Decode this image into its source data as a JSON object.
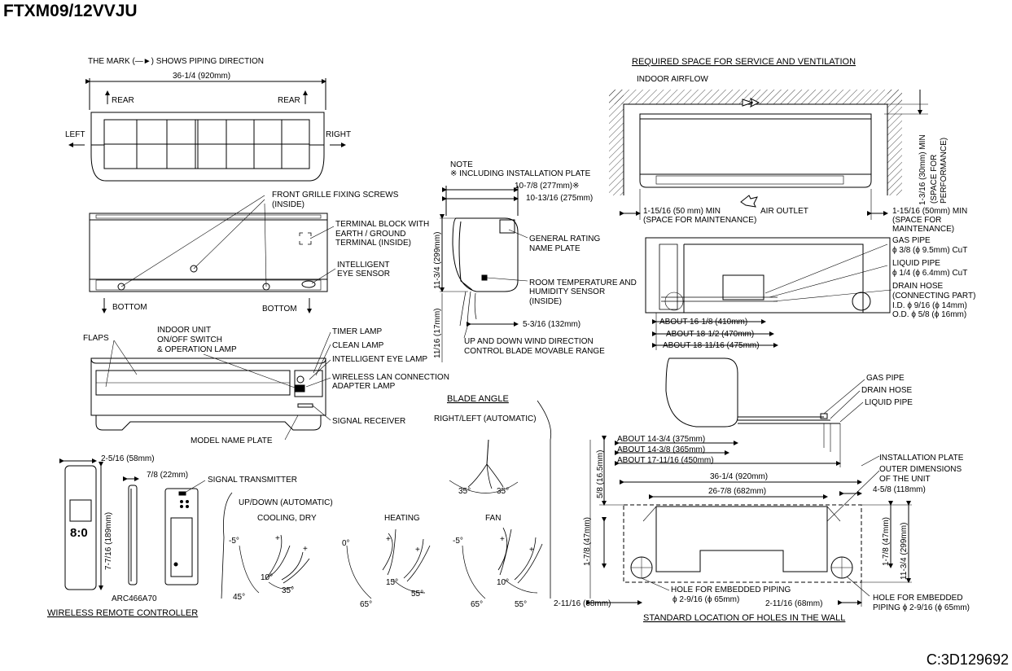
{
  "title": "FTXM09/12VVJU",
  "doc_code": "C:3D129692",
  "front": {
    "mark_note": "THE MARK (—►) SHOWS PIPING DIRECTION",
    "width": "36-1/4 (920mm)",
    "rear_left": "REAR",
    "rear_right": "REAR",
    "left": "LEFT",
    "right": "RIGHT",
    "fixing_screws": [
      "FRONT GRILLE FIXING SCREWS",
      "(INSIDE)"
    ],
    "terminal_block": [
      "TERMINAL BLOCK WITH",
      "EARTH / GROUND",
      "TERMINAL (INSIDE)"
    ],
    "eye_sensor": [
      "INTELLIGENT",
      "EYE SENSOR"
    ],
    "bottom_left": "BOTTOM",
    "bottom_right": "BOTTOM",
    "flaps": "FLAPS",
    "onoff": [
      "INDOOR UNIT",
      "ON/OFF SWITCH",
      "& OPERATION LAMP"
    ],
    "timer_lamp": "TIMER LAMP",
    "clean_lamp": "CLEAN LAMP",
    "eye_lamp": "INTELLIGENT EYE LAMP",
    "wlan": [
      "WIRELESS LAN CONNECTION",
      "ADAPTER LAMP"
    ],
    "signal_receiver": "SIGNAL RECEIVER",
    "model_plate": "MODEL NAME PLATE"
  },
  "side": {
    "note": [
      "NOTE",
      "※ INCLUDING INSTALLATION PLATE"
    ],
    "depth1": "10-7/8 (277mm)※",
    "depth2": "10-13/16 (275mm)",
    "height": "11-3/4 (299mm)",
    "flap_h": "11/16 (17mm)",
    "rating_plate": [
      "GENERAL RATING",
      "NAME PLATE"
    ],
    "room_sensor": [
      "ROOM TEMPERATURE AND",
      "HUMIDITY SENSOR",
      "(INSIDE)"
    ],
    "blade_depth": "5-3/16 (132mm)",
    "blade_range": [
      "UP AND DOWN WIND DIRECTION",
      "CONTROL BLADE MOVABLE RANGE"
    ]
  },
  "remote": {
    "w1": "2-5/16 (58mm)",
    "w2": "7/8 (22mm)",
    "transmitter": "SIGNAL TRANSMITTER",
    "height": "7-7/16 (189mm)",
    "display": "8:0",
    "model": "ARC466A70",
    "label": "WIRELESS REMOTE CONTROLLER"
  },
  "blade": {
    "title": "BLADE ANGLE",
    "rl": "RIGHT/LEFT (AUTOMATIC)",
    "a1": "35°",
    "a2": "35°",
    "updown": "UP/DOWN (AUTOMATIC)",
    "cooling": "COOLING, DRY",
    "heating": "HEATING",
    "fan": "FAN",
    "c": [
      "-5°",
      "10°",
      "35°",
      "45°"
    ],
    "h": [
      "0°",
      "15°",
      "55°",
      "65°"
    ],
    "f": [
      "-5°",
      "10°",
      "55°",
      "65°"
    ],
    "plus": "+"
  },
  "space": {
    "title": "REQUIRED SPACE FOR SERVICE AND VENTILATION",
    "airflow": "INDOOR AIRFLOW",
    "top": "1-3/16 (30mm) MIN",
    "perf": [
      "(SPACE FOR",
      "PERFORMANCE)"
    ],
    "left_min": "1-15/16 (50 mm) MIN",
    "left_maint": "(SPACE FOR MAINTENANCE)",
    "outlet": "AIR OUTLET",
    "right_min": "1-15/16 (50mm) MIN",
    "right_maint": [
      "(SPACE FOR",
      "MAINTENANCE)"
    ]
  },
  "pipes": {
    "gas": [
      "GAS PIPE",
      "ϕ 3/8 (ϕ 9.5mm) CuT"
    ],
    "liquid": [
      "LIQUID PIPE",
      "ϕ 1/4 (ϕ 6.4mm) CuT"
    ],
    "drain": [
      "DRAIN HOSE",
      "(CONNECTING PART)",
      "I.D. ϕ 9/16 (ϕ 14mm)",
      "O.D. ϕ 5/8 (ϕ 16mm)"
    ],
    "a1": "ABOUT 16-1/8 (410mm)",
    "a2": "ABOUT 18-1/2 (470mm)",
    "a3": "ABOUT 18-11/16 (475mm)",
    "gas2": "GAS PIPE",
    "drain2": "DRAIN HOSE",
    "liquid2": "LIQUID PIPE",
    "b1": "ABOUT 14-3/4 (375mm)",
    "b2": "ABOUT 14-3/8 (365mm)",
    "b3": "ABOUT 17-11/16 (450mm)"
  },
  "wall": {
    "plate": "INSTALLATION PLATE",
    "outer": [
      "OUTER DIMENSIONS",
      "OF THE UNIT"
    ],
    "d118": "4-5/8 (118mm)",
    "w920": "36-1/4 (920mm)",
    "w682": "26-7/8 (682mm)",
    "d16": "5/8 (16.5mm)",
    "h47l": "1-7/8 (47mm)",
    "h47r": "1-7/8 (47mm)",
    "h299": "11-3/4 (299mm)",
    "hole_l": [
      "HOLE FOR EMBEDDED PIPING",
      "ϕ 2-9/16 (ϕ 65mm)"
    ],
    "hole_r": [
      "HOLE FOR EMBEDDED",
      "PIPING ϕ 2-9/16 (ϕ 65mm)"
    ],
    "d68l": "2-11/16 (68mm)",
    "d68r": "2-11/16 (68mm)",
    "label": "STANDARD LOCATION OF HOLES IN THE WALL"
  }
}
